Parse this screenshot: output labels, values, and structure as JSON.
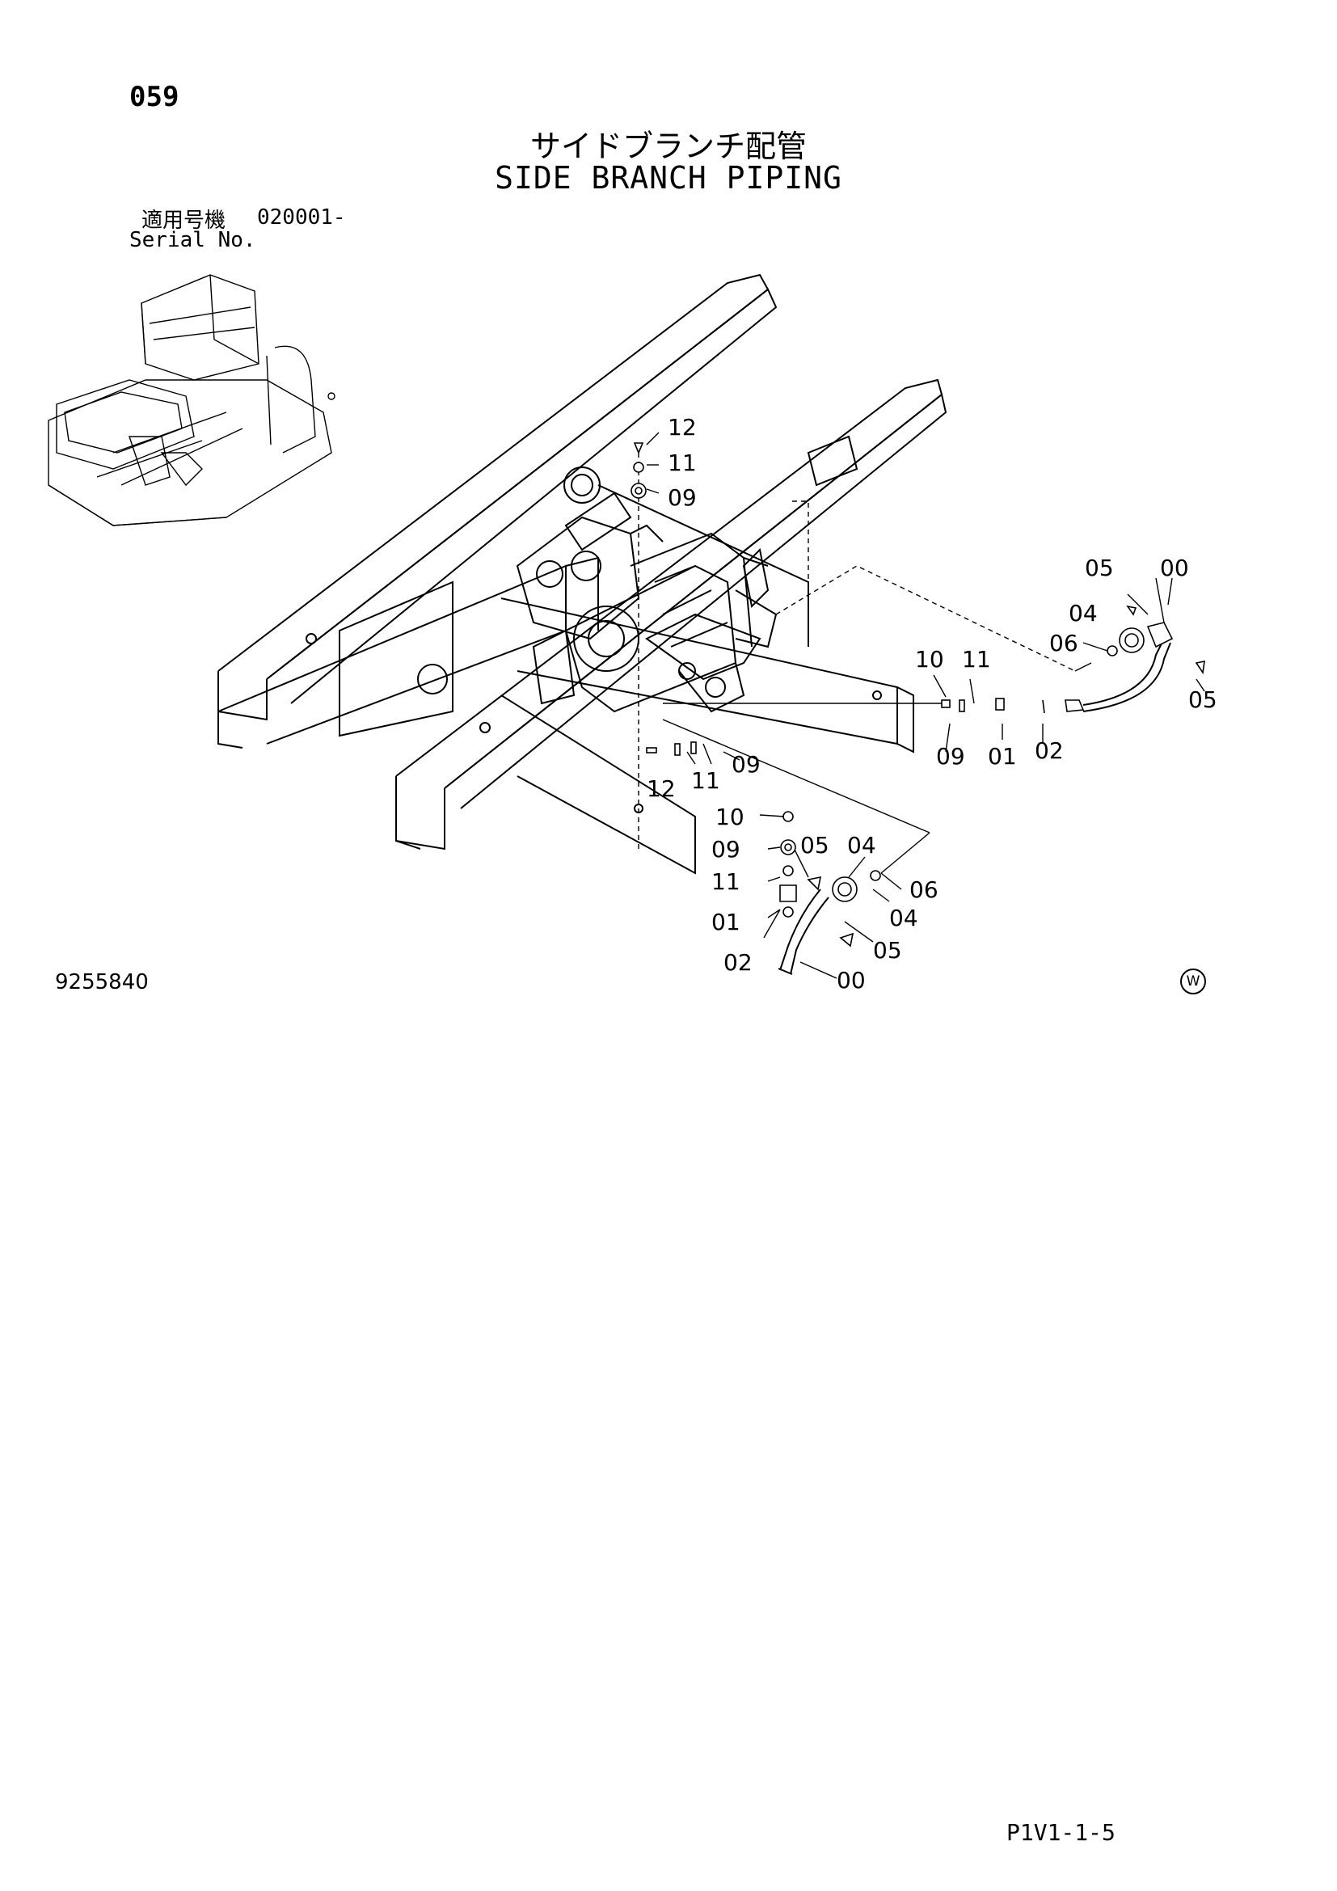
{
  "header": {
    "page_number": "059",
    "title_ja": "サイドブランチ配管",
    "title_en": "SIDE BRANCH PIPING",
    "serial_label_ja": "適用号機",
    "serial_value": "020001-",
    "serial_label_en": "Serial No."
  },
  "footer": {
    "drawing_number": "9255840",
    "code_mark": "W",
    "page_ref": "P1V1-1-5"
  },
  "callouts": [
    {
      "id": "c-12-top",
      "label": "12"
    },
    {
      "id": "c-11-top",
      "label": "11"
    },
    {
      "id": "c-09-top",
      "label": "09"
    },
    {
      "id": "c-05-r1",
      "label": "05"
    },
    {
      "id": "c-00-r1",
      "label": "00"
    },
    {
      "id": "c-04-r1",
      "label": "04"
    },
    {
      "id": "c-06-r1",
      "label": "06"
    },
    {
      "id": "c-05-r2",
      "label": "05"
    },
    {
      "id": "c-10-r",
      "label": "10"
    },
    {
      "id": "c-11-r",
      "label": "11"
    },
    {
      "id": "c-09-r",
      "label": "09"
    },
    {
      "id": "c-01-r",
      "label": "01"
    },
    {
      "id": "c-02-r",
      "label": "02"
    },
    {
      "id": "c-12-mid",
      "label": "12"
    },
    {
      "id": "c-11-mid",
      "label": "11"
    },
    {
      "id": "c-09-mid",
      "label": "09"
    },
    {
      "id": "c-10-low",
      "label": "10"
    },
    {
      "id": "c-09-low",
      "label": "09"
    },
    {
      "id": "c-05-low1",
      "label": "05"
    },
    {
      "id": "c-04-low1",
      "label": "04"
    },
    {
      "id": "c-11-low",
      "label": "11"
    },
    {
      "id": "c-06-low",
      "label": "06"
    },
    {
      "id": "c-04-low2",
      "label": "04"
    },
    {
      "id": "c-01-low",
      "label": "01"
    },
    {
      "id": "c-05-low2",
      "label": "05"
    },
    {
      "id": "c-02-low",
      "label": "02"
    },
    {
      "id": "c-00-low",
      "label": "00"
    }
  ]
}
